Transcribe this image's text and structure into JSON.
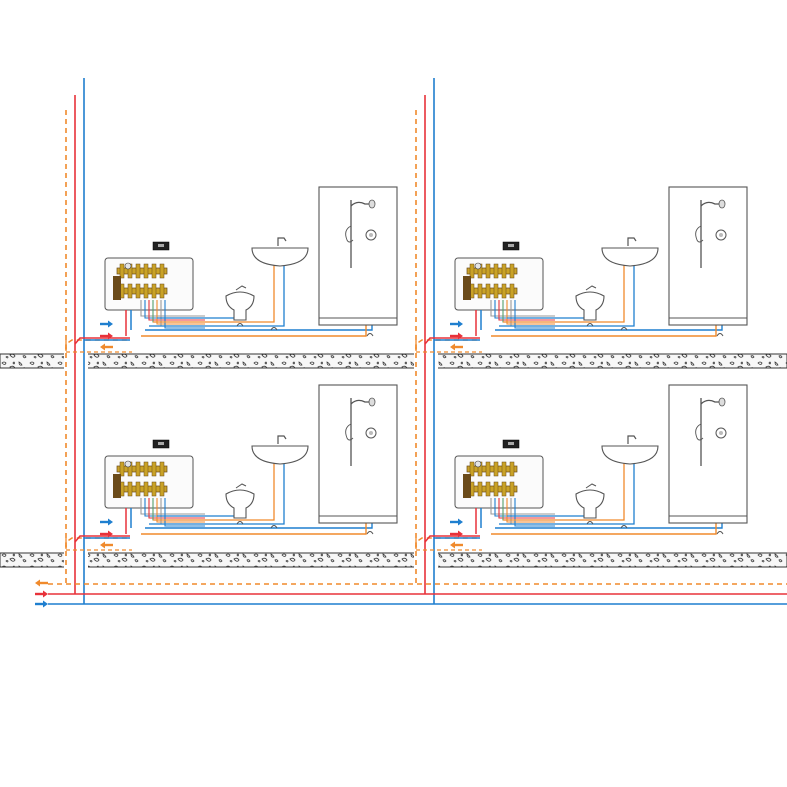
{
  "diagram": {
    "kind": "plumbing-riser-schematic",
    "colors": {
      "cold_water": "#1f7fcf",
      "hot_water": "#e8323a",
      "recirculation": "#f08a2c",
      "floor_fill": "#f4f4f4",
      "floor_stroke": "#333333",
      "fixture_stroke": "#555555",
      "manifold_brass": "#c9a227",
      "manifold_dark": "#6b4b1a",
      "pex_gray": "#9a9a9a",
      "pex_green": "#55a06a"
    },
    "lines": [
      {
        "name": "cold-water-line",
        "style": "solid"
      },
      {
        "name": "hot-water-line",
        "style": "solid"
      },
      {
        "name": "recirculation-line",
        "style": "dashed"
      }
    ],
    "flow_arrows": {
      "main": [
        "recirculation",
        "hot",
        "cold"
      ],
      "unit": [
        "cold",
        "hot",
        "recirculation"
      ]
    },
    "apartments": [
      {
        "id": "top-left",
        "fixtures": [
          "manifold-box",
          "bidet",
          "washbasin",
          "shower-cabin"
        ]
      },
      {
        "id": "top-right",
        "fixtures": [
          "manifold-box",
          "bidet",
          "washbasin",
          "shower-cabin"
        ]
      },
      {
        "id": "bottom-left",
        "fixtures": [
          "manifold-box",
          "bidet",
          "washbasin",
          "shower-cabin"
        ]
      },
      {
        "id": "bottom-right",
        "fixtures": [
          "manifold-box",
          "bidet",
          "washbasin",
          "shower-cabin"
        ]
      }
    ],
    "floors": 2,
    "risers": 2
  }
}
